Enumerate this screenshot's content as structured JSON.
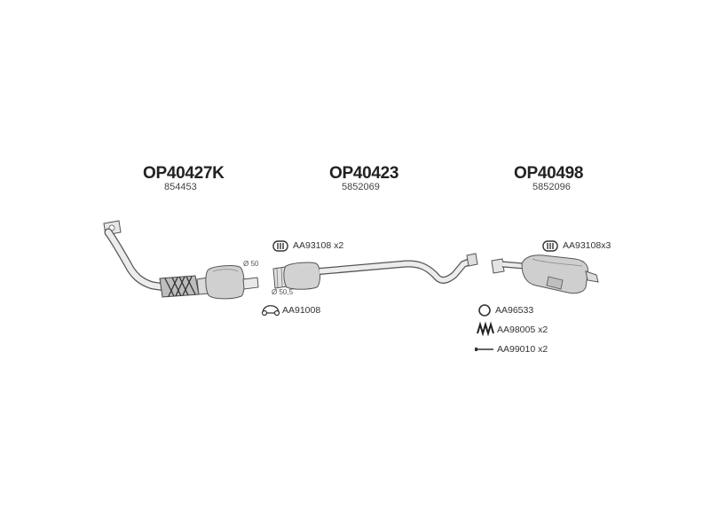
{
  "colors": {
    "part_fill": "#d8d8d8",
    "part_stroke": "#555555",
    "text": "#222222"
  },
  "parts": [
    {
      "code": "OP40427K",
      "ref": "854453"
    },
    {
      "code": "OP40423",
      "ref": "5852069"
    },
    {
      "code": "OP40498",
      "ref": "5852096"
    }
  ],
  "dimensions": {
    "d1": "Ø 50",
    "d2": "Ø 50,5"
  },
  "accessories": {
    "clamp_a": {
      "icon": "clamp-icon",
      "label": "AA93108 x2"
    },
    "mount_a": {
      "icon": "mount-icon",
      "label": "AA91008"
    },
    "clamp_b": {
      "icon": "clamp-icon",
      "label": "AA93108x3"
    },
    "ring": {
      "icon": "ring-icon",
      "label": "AA96533"
    },
    "spring": {
      "icon": "spring-icon",
      "label": "AA98005 x2"
    },
    "bolt": {
      "icon": "bolt-icon",
      "label": "AA99010 x2"
    }
  }
}
